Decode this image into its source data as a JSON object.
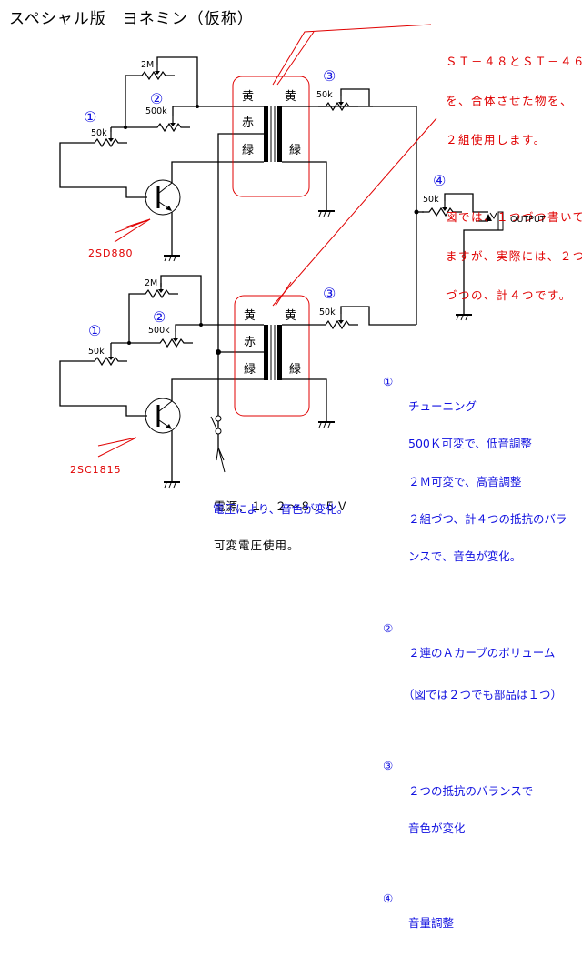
{
  "title": "スペシャル版　ヨネミン（仮称）",
  "transformer_note": {
    "lines": [
      "ＳＴ－４８とＳＴ－４６",
      "を、合体させた物を、",
      "２組使用します。"
    ],
    "lines2": [
      "図では、１つづつ書いて",
      "ますが、実際には、２つ",
      "づつの、計４つです。"
    ]
  },
  "circuits": [
    {
      "transistor": "2SD880",
      "pots": [
        {
          "marker": "①",
          "value": "50k"
        },
        {
          "marker": "②",
          "value": "500k"
        },
        {
          "value": "2M"
        },
        {
          "marker": "③",
          "value": "50k"
        }
      ],
      "transformer_taps": {
        "left": [
          "黄",
          "赤",
          "緑"
        ],
        "right": [
          "黄",
          "緑"
        ]
      }
    },
    {
      "transistor": "2SC1815",
      "pots": [
        {
          "marker": "①",
          "value": "50k"
        },
        {
          "marker": "②",
          "value": "500k"
        },
        {
          "value": "2M"
        },
        {
          "marker": "③",
          "value": "50k"
        }
      ],
      "transformer_taps": {
        "left": [
          "黄",
          "赤",
          "緑"
        ],
        "right": [
          "黄",
          "緑"
        ]
      }
    }
  ],
  "output": {
    "marker": "④",
    "pot_value": "50k",
    "label": "OUTPUT"
  },
  "power_note": [
    "電源、１．２～８．５Ｖ",
    "可変電圧使用。"
  ],
  "power_note_blue": "電圧により、音色が変化。",
  "legend": [
    {
      "marker": "①",
      "lines": [
        "チューニング",
        "500Ｋ可変で、低音調整",
        "２Ｍ可変で、高音調整",
        "２組づつ、計４つの抵抗のバラ",
        "ンスで、音色が変化。"
      ]
    },
    {
      "marker": "②",
      "lines": [
        "２連のＡカーブのボリューム",
        "（図では２つでも部品は１つ）"
      ]
    },
    {
      "marker": "③",
      "lines": [
        "２つの抵抗のバランスで",
        "音色が変化"
      ]
    },
    {
      "marker": "④",
      "lines": [
        "音量調整"
      ]
    }
  ],
  "colors": {
    "wire": "#000000",
    "annotation": "#e00000",
    "legend": "#1010e0"
  }
}
